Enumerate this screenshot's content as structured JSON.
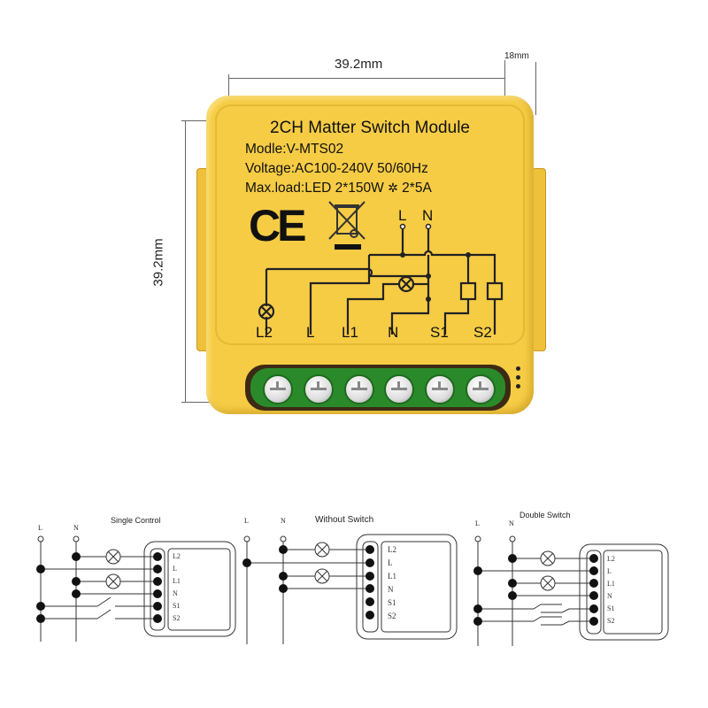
{
  "dimensions": {
    "width": "39.2mm",
    "height": "39.2mm",
    "depth": "18mm"
  },
  "module": {
    "title": "2CH Matter Switch Module",
    "model": "Modle:V-MTS02",
    "voltage": "Voltage:AC100-240V 50/60Hz",
    "max_load_prefix": "Max.load:LED 2*150W",
    "max_load_icon": "sun-icon",
    "max_load_suffix": "2*5A",
    "marks": [
      "CE",
      "weee-crossed-bin-icon"
    ],
    "schematic_inputs": [
      "L",
      "N"
    ],
    "terminal_labels": [
      "L2",
      "L",
      "L1",
      "N",
      "S1",
      "S2"
    ],
    "terminal_count": 6,
    "body_color": "#f6cc45",
    "terminal_color": "#2a8a2a"
  },
  "wiring_diagrams": [
    {
      "title": "Single Control",
      "bus_labels": [
        "L",
        "N"
      ],
      "terminal_labels": [
        "L2",
        "L",
        "L1",
        "N",
        "S1",
        "S2"
      ]
    },
    {
      "title": "Without Switch",
      "bus_labels": [
        "L",
        "N"
      ],
      "terminal_labels": [
        "L2",
        "L",
        "L1",
        "N",
        "S1",
        "S2"
      ]
    },
    {
      "title": "Double Switch",
      "bus_labels": [
        "L",
        "N"
      ],
      "terminal_labels": [
        "L2",
        "L",
        "L1",
        "N",
        "S1",
        "S2"
      ]
    }
  ]
}
